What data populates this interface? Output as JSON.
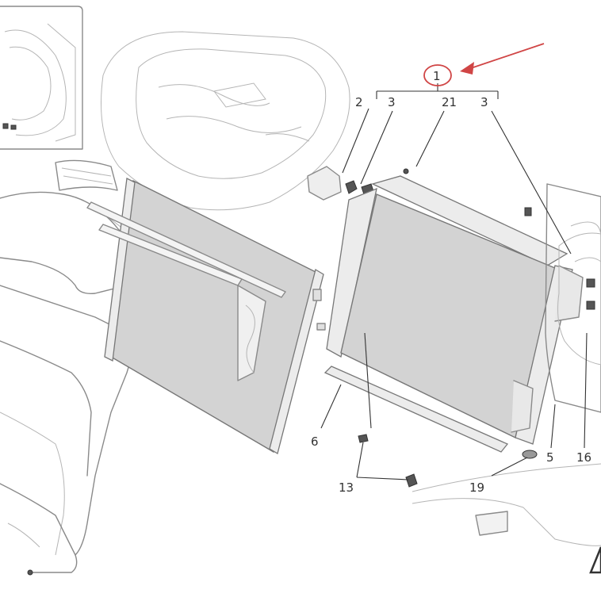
{
  "diagram": {
    "callouts": {
      "c1": "1",
      "c2": "2",
      "c3a": "3",
      "c21": "21",
      "c3b": "3",
      "c6": "6",
      "c13": "13",
      "c19": "19",
      "c5": "5",
      "c16": "16"
    },
    "colors": {
      "highlight": "#d04545",
      "callout_text": "#333333",
      "line_art": "#8a8a8a",
      "core_fill": "#d3d3d3"
    },
    "highlighted_part": "1",
    "icons": [
      "red-arrow-icon",
      "warning-triangle-icon"
    ]
  }
}
